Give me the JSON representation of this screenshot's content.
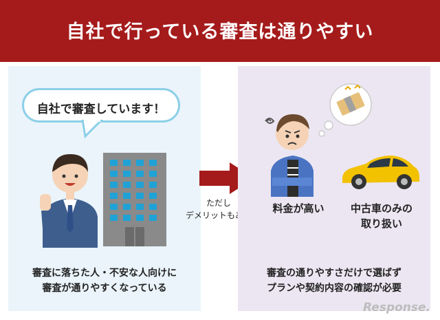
{
  "header": {
    "title": "自社で行っている審査は通りやすい"
  },
  "left": {
    "bubble": "自社で審査しています！",
    "caption_line1": "審査に落ちた人・不安な人向けに",
    "caption_line2": "審査が通りやすくなっている"
  },
  "arrow": {
    "note_line1": "ただし",
    "note_line2": "デメリットもある"
  },
  "right": {
    "price_label": "料金が高い",
    "used_line1": "中古車のみの",
    "used_line2": "取り扱い",
    "caption_line1": "審査の通りやすさだけで選ばず",
    "caption_line2": "プランや契約内容の確認が必要"
  },
  "watermark": "Response.",
  "colors": {
    "header": "#a51b1b",
    "arrow": "#a51b1b",
    "left_panel": "#eaf4fa",
    "right_panel": "#ece6f2",
    "car": "#f2c100"
  }
}
